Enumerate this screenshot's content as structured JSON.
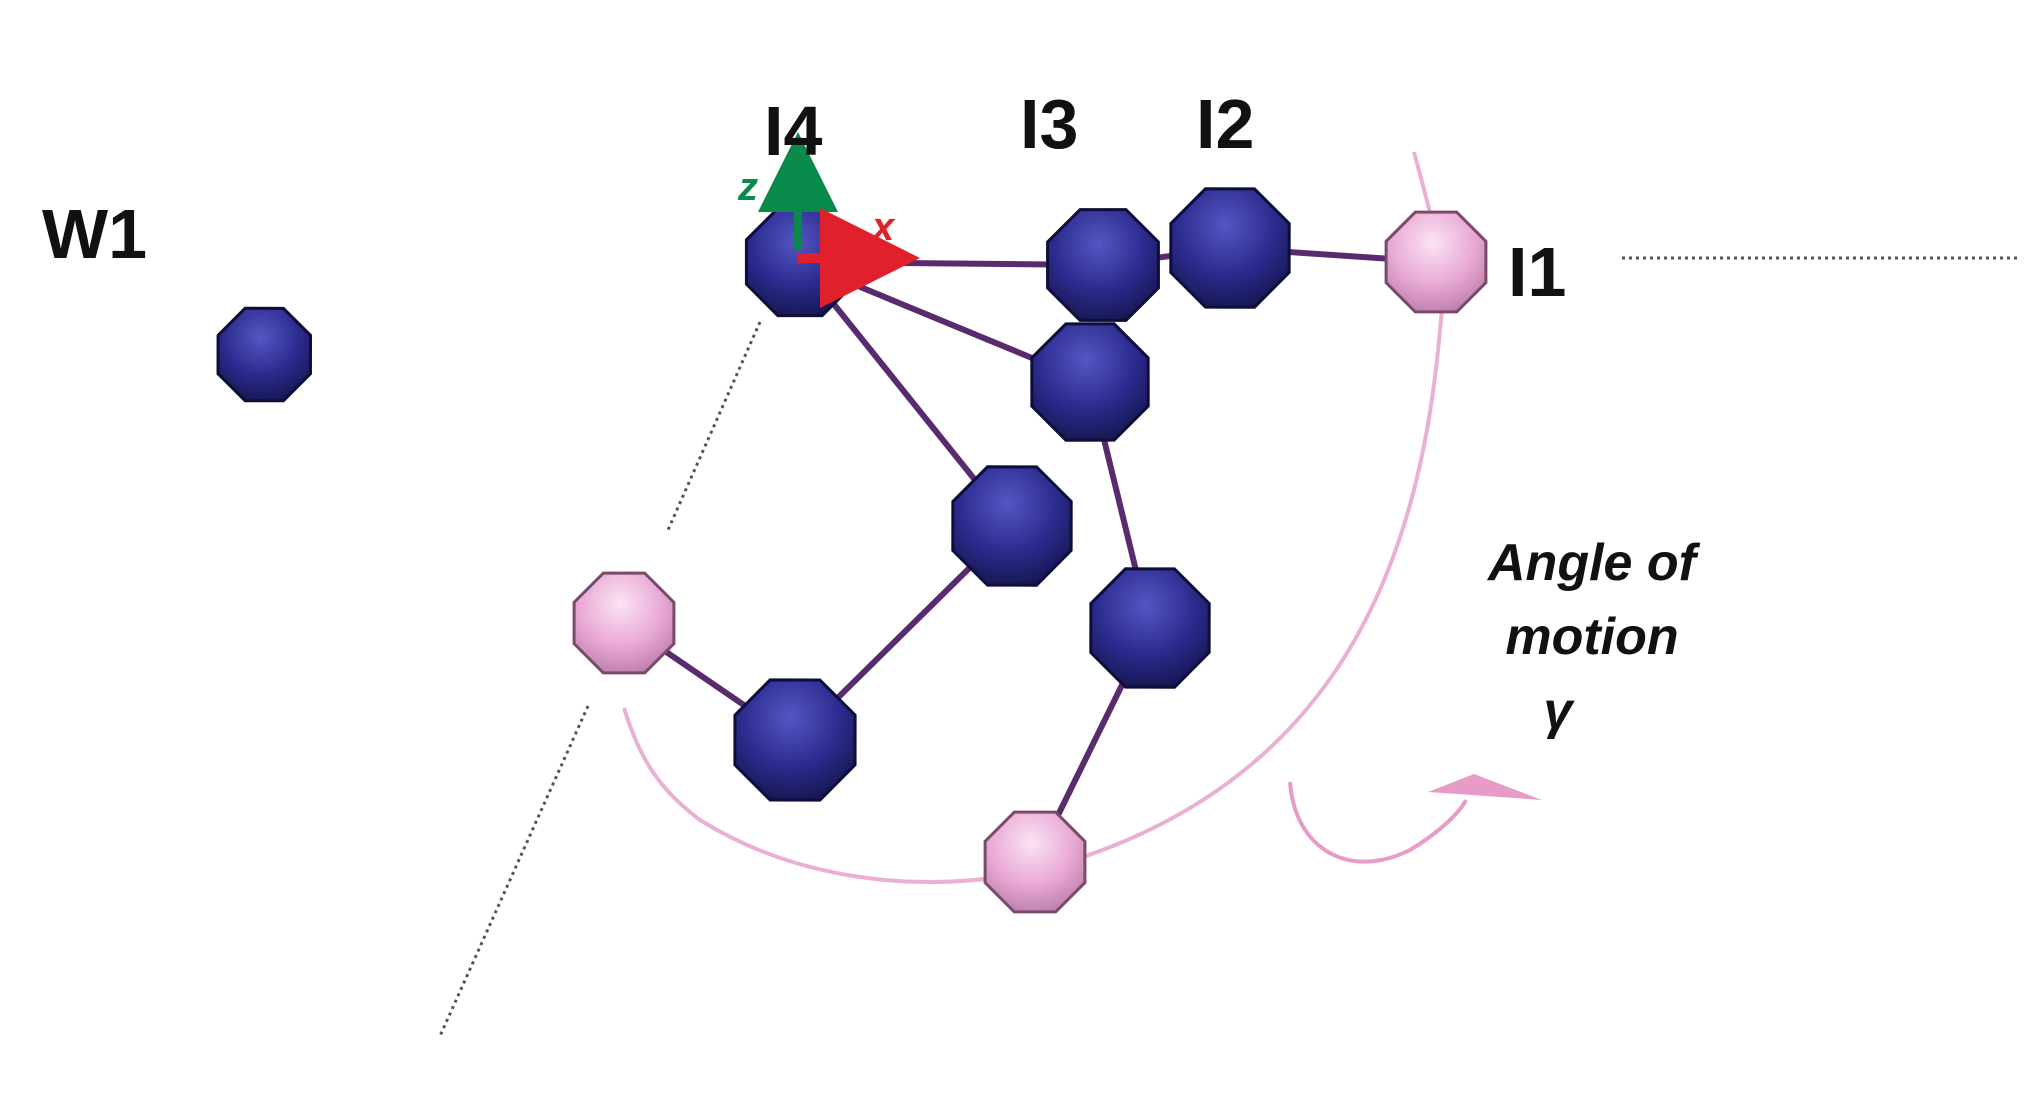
{
  "labels": {
    "w1": "W1",
    "i1": "I1",
    "i2": "I2",
    "i3": "I3",
    "i4": "I4"
  },
  "axes": {
    "z": "z",
    "x": "x",
    "z_color": "#0a8a4a",
    "x_color": "#e0202a"
  },
  "angle_label": {
    "line1": "Angle of",
    "line2": "motion",
    "line3": "γ"
  },
  "colors": {
    "blue_node": "#2a2a8c",
    "blue_node_highlight": "#4a4ab8",
    "pink_node": "#e8a6d4",
    "pink_node_highlight": "#f6d2ea",
    "bond": "#5a2a6e",
    "arc": "#e8a8cf",
    "dotted_line": "#555555"
  }
}
